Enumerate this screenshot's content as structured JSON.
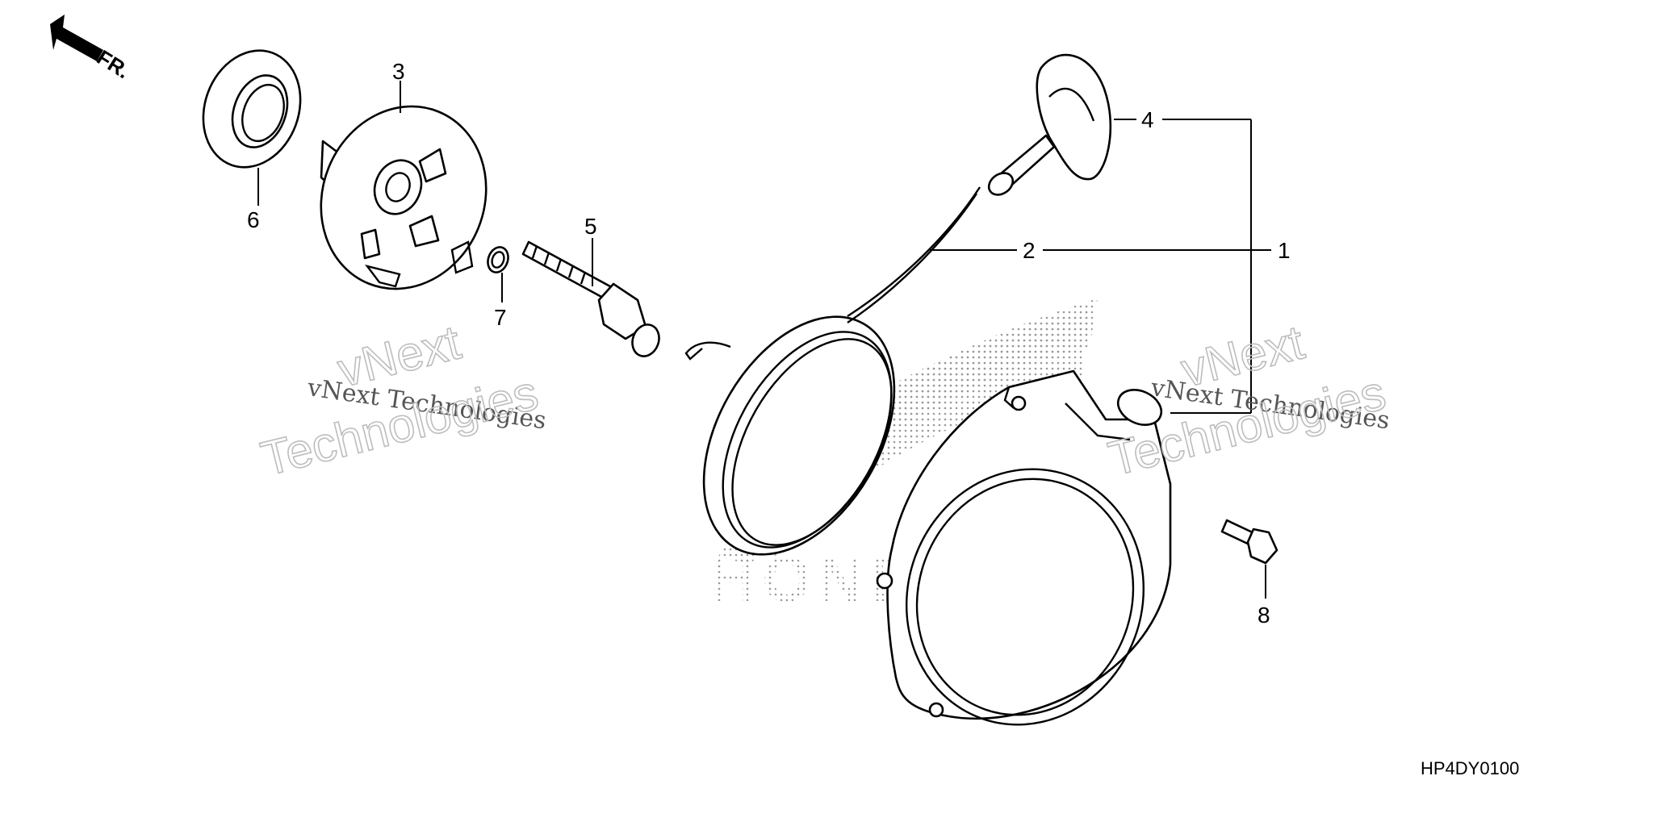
{
  "direction": {
    "label": "FR.",
    "icon": "direction-arrow-icon"
  },
  "callouts": {
    "p1": "1",
    "p2": "2",
    "p3": "3",
    "p4": "4",
    "p5": "5",
    "p6": "6",
    "p7": "7",
    "p8": "8"
  },
  "diagram_code": "HP4DY0100",
  "watermarks": {
    "brand": "vNext",
    "line": "vNext Technologies",
    "company": "Technologies"
  },
  "logo_text": "HONDA"
}
